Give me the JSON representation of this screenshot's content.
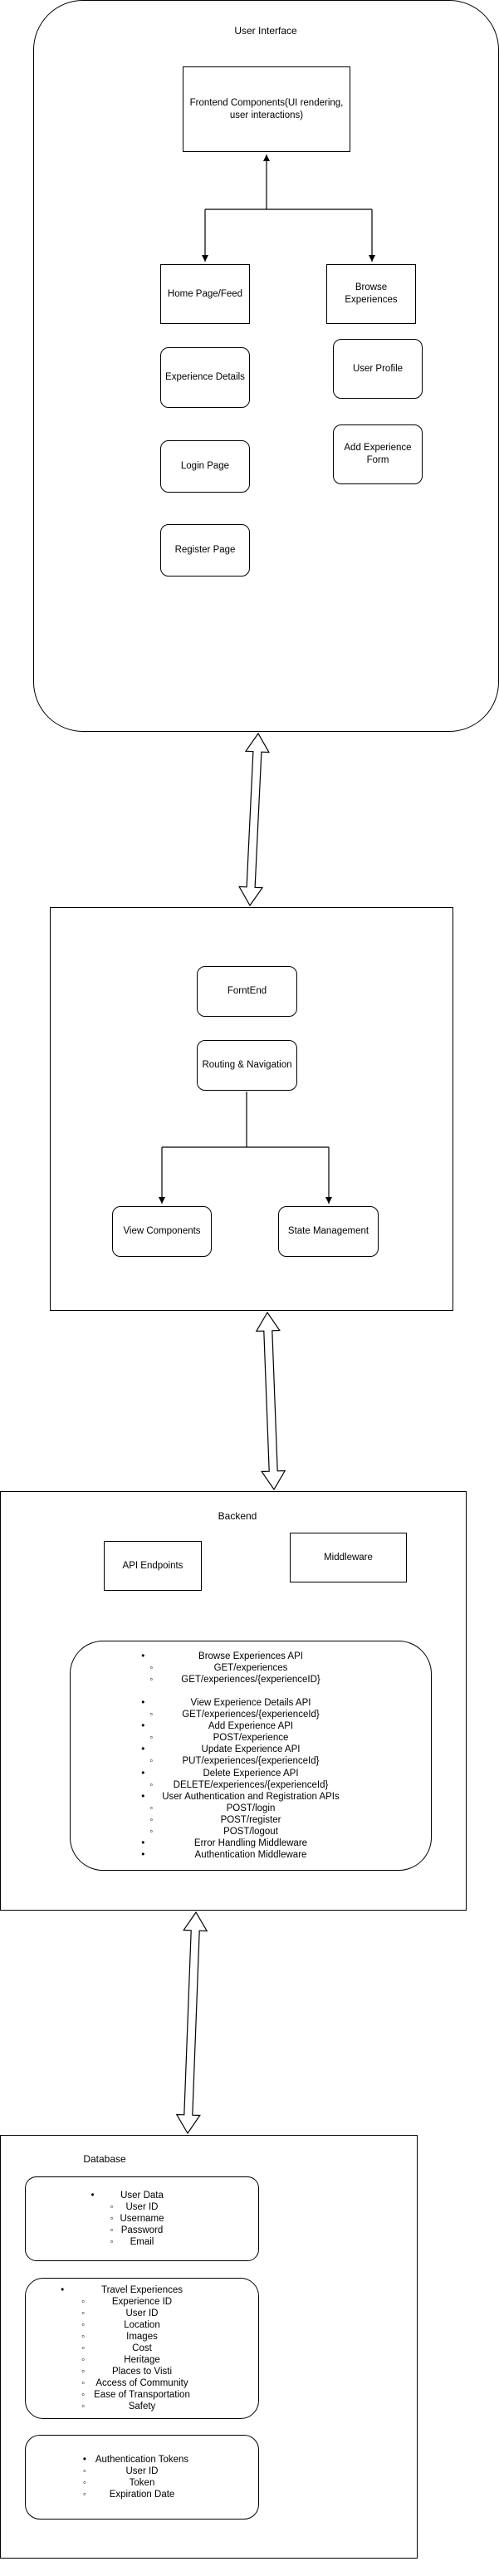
{
  "ui": {
    "title": "User Interface",
    "frontend_components": "Frontend Components(UI rendering, user interactions)",
    "home_feed": "Home Page/Feed",
    "browse": "Browse Experiences",
    "experience_details": "Experience Details",
    "user_profile": "User Profile",
    "login": "Login Page",
    "add_experience_form": "Add Experience Form",
    "register": "Register Page"
  },
  "frontend": {
    "frontend_label": "ForntEnd",
    "routing": "Routing & Navigation",
    "view_components": "View Components",
    "state_management": "State Management"
  },
  "backend": {
    "title": "Backend",
    "api_endpoints": "API Endpoints",
    "middleware": "Middleware",
    "apis": [
      {
        "label": "Browse Experiences API",
        "items": [
          "GET/experiences",
          "GET/experiences/{experienceID}"
        ]
      },
      {
        "label": "View Experience Details API",
        "items": [
          "GET/experiences/{experienceId}"
        ]
      },
      {
        "label": "Add Experience API",
        "items": [
          "POST/experience"
        ]
      },
      {
        "label": "Update Experience API",
        "items": [
          "PUT/experiences/{experienceId}"
        ]
      },
      {
        "label": "Delete Experience API",
        "items": [
          "DELETE/experiences/{experienceId}"
        ]
      },
      {
        "label": "User Authentication and Registration APIs",
        "items": [
          "POST/login",
          "POST/register",
          "POST/logout"
        ]
      },
      {
        "label": "Error Handling Middleware",
        "items": []
      },
      {
        "label": "Authentication Middleware",
        "items": []
      }
    ]
  },
  "database": {
    "title": "Database",
    "user_data": {
      "label": "User Data",
      "items": [
        "User ID",
        "Username",
        "Password",
        "Email"
      ]
    },
    "travel_experiences": {
      "label": "Travel Experiences",
      "items": [
        "Experience ID",
        "User ID",
        "Location",
        "Images",
        "Cost",
        "Heritage",
        "Places to Visti",
        "Access of Community",
        "Ease of Transportation",
        "Safety"
      ]
    },
    "auth_tokens": {
      "label": "Authentication Tokens",
      "items": [
        "User ID",
        "Token",
        "Expiration Date"
      ]
    }
  }
}
